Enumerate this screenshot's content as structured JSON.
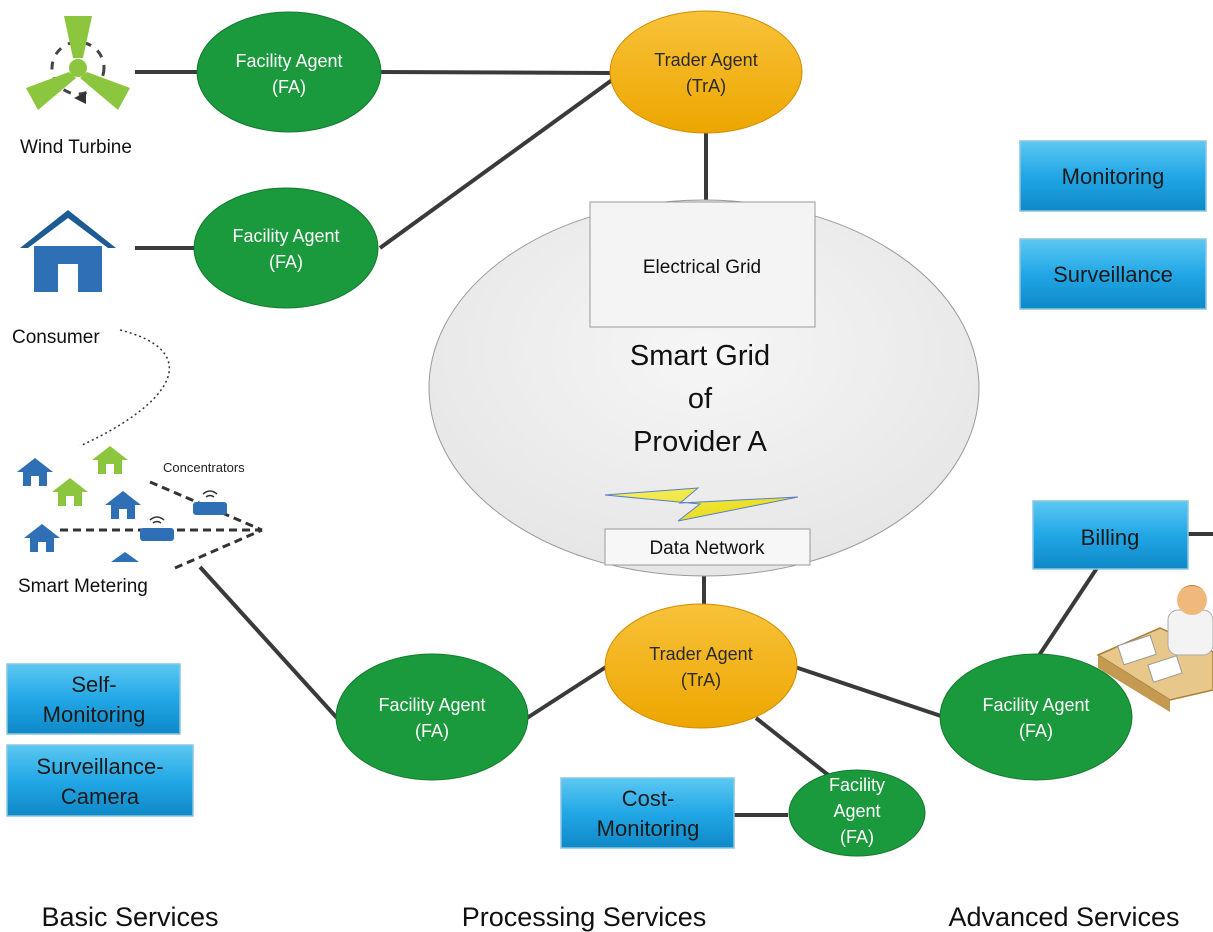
{
  "facility_agent": {
    "line1": "Facility Agent",
    "line2": "(FA)"
  },
  "facility_agent_small": {
    "line1": "Facility",
    "line2": "Agent",
    "line3": "(FA)"
  },
  "trader_agent": {
    "line1": "Trader Agent",
    "line2": "(TrA)"
  },
  "sources": {
    "wind_turbine": "Wind Turbine",
    "consumer": "Consumer",
    "smart_metering": "Smart Metering",
    "concentrators": "Concentrators"
  },
  "grid": {
    "electrical_grid": "Electrical Grid",
    "title_line1": "Smart Grid",
    "title_line2": "of",
    "title_line3": "Provider A",
    "data_network": "Data Network"
  },
  "services": {
    "monitoring": "Monitoring",
    "surveillance": "Surveillance",
    "billing": "Billing",
    "self_monitoring_1": "Self-",
    "self_monitoring_2": "Monitoring",
    "surveillance_camera_1": "Surveillance-",
    "surveillance_camera_2": "Camera",
    "cost_monitoring_1": "Cost-",
    "cost_monitoring_2": "Monitoring"
  },
  "footer": {
    "basic": "Basic Services",
    "processing": "Processing Services",
    "advanced": "Advanced Services"
  },
  "colors": {
    "facility_agent": "#1a9a3c",
    "trader_agent": "#f5b30a",
    "service_box": "#22a7e6",
    "grid_ellipse": "#ededed"
  }
}
